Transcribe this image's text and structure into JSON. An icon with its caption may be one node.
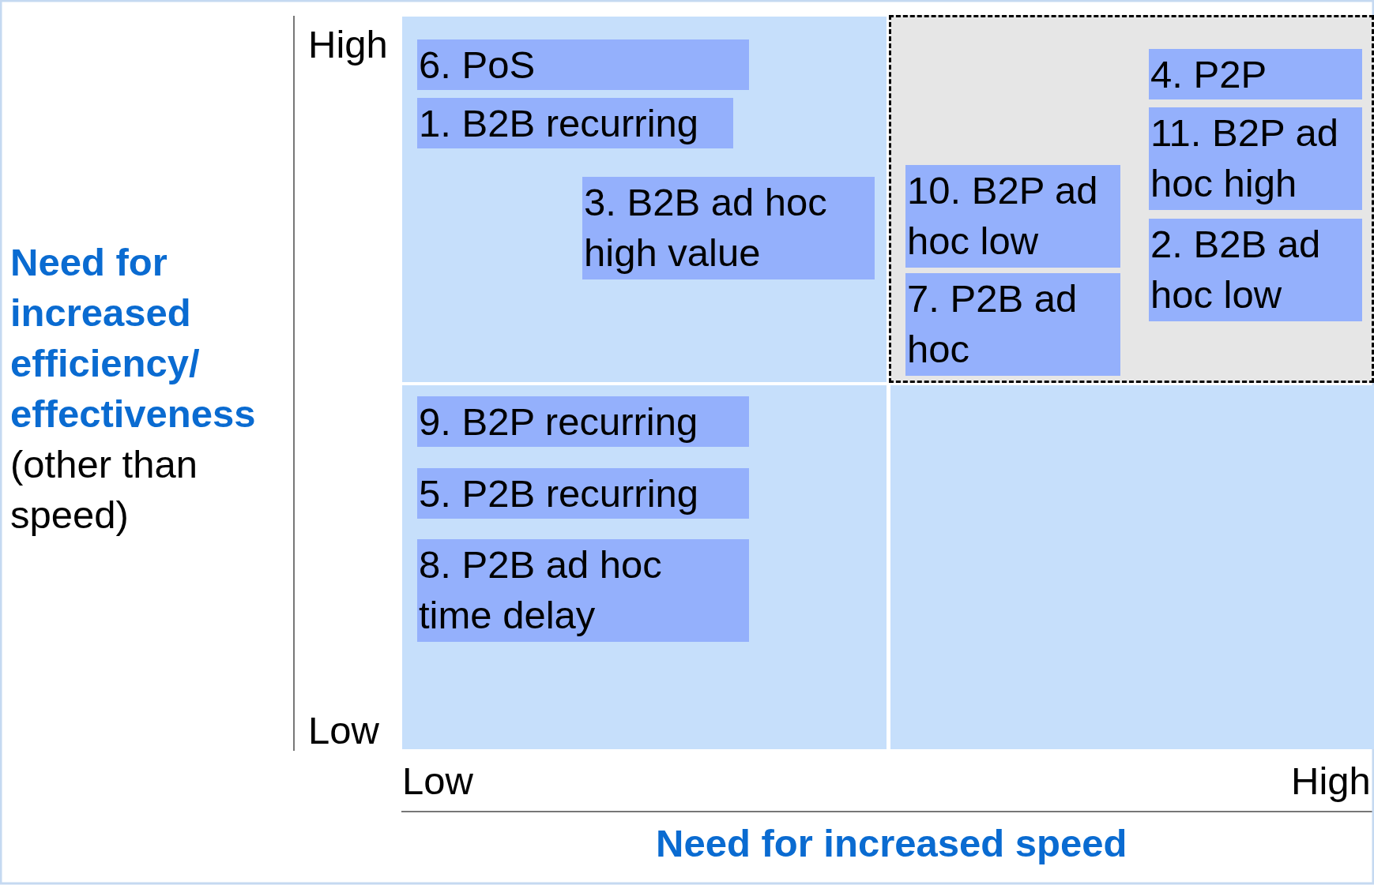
{
  "diagram": {
    "nodes": [
      {
        "text": [],
        "shape": "box"
      },
      {
        "text": [
          "6. PoS"
        ],
        "in": 0
      },
      {
        "text": [
          "1. B2B recurring"
        ],
        "in": 0
      },
      {
        "text": [
          "3. B2B ad hoc high value"
        ],
        "in": 0
      },
      {
        "text": [],
        "shape": "box"
      },
      {
        "text": [
          "10. B2P ad hoc low"
        ],
        "in": 4
      },
      {
        "text": [
          "7. P2B ad hoc"
        ],
        "in": 4
      },
      {
        "text": [
          "4. P2P"
        ],
        "in": 4
      },
      {
        "text": [
          "11. B2P ad hoc high"
        ],
        "in": 4
      },
      {
        "text": [
          "2. B2B ad hoc low"
        ],
        "in": 4
      },
      {
        "text": [],
        "shape": "box"
      },
      {
        "text": [
          "9. B2P recurring"
        ],
        "in": 10
      },
      {
        "text": [
          "5. P2B recurring"
        ],
        "in": 10
      },
      {
        "text": [
          "8. P2B ad hoc time delay"
        ],
        "in": 10
      },
      {
        "text": [],
        "shape": "box"
      }
    ],
    "labels": [
      "High",
      "Need for increased efficiency/ effectiveness",
      "(other than speed)",
      "Low",
      "Low",
      "High",
      "Need for increased speed"
    ]
  }
}
